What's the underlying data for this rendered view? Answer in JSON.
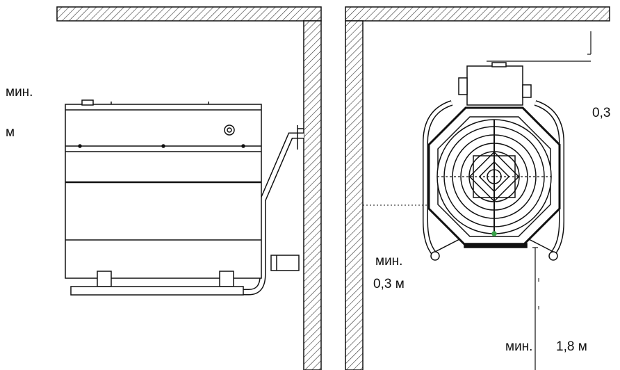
{
  "labels": {
    "left_min": "мин.",
    "left_m": "м",
    "right_top": "0,3",
    "side_min": "мин.",
    "side_value": "0,3 м",
    "bottom_min": "мин.",
    "bottom_value": "1,8 м"
  },
  "colors": {
    "line": "#111111",
    "hatch": "#333333",
    "background": "#ffffff",
    "accent_green": "#3aa34a"
  }
}
